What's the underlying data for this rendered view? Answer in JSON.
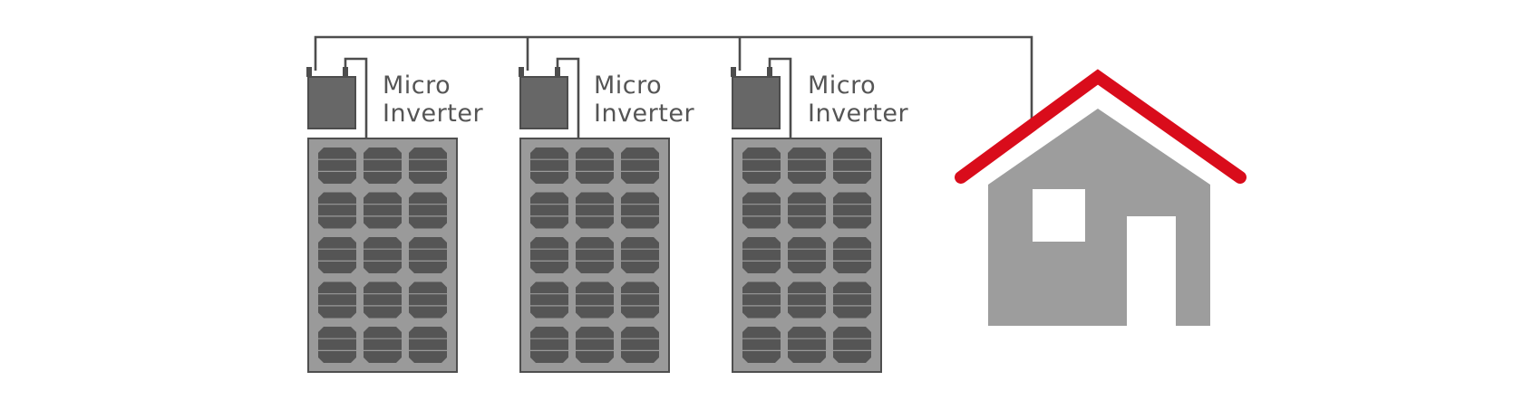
{
  "colors": {
    "wire": "#4d4d4d",
    "inverter_fill": "#676767",
    "inverter_stroke": "#4d4d4d",
    "panel_frame": "#9a9a9a",
    "panel_stroke": "#4f4f4f",
    "panel_cell": "#555555",
    "house_body": "#9d9d9d",
    "roof": "#d90c1b",
    "background": "#ffffff"
  },
  "inverters": [
    {
      "label_line1": "Micro",
      "label_line2": "Inverter"
    },
    {
      "label_line1": "Micro",
      "label_line2": "Inverter"
    },
    {
      "label_line1": "Micro",
      "label_line2": "Inverter"
    }
  ],
  "panel_grid": {
    "rows": 5,
    "cols": 3
  },
  "icons": {
    "inverter": "micro-inverter-box-icon",
    "panel": "solar-panel-icon",
    "house": "house-icon",
    "roof": "roof-icon"
  }
}
